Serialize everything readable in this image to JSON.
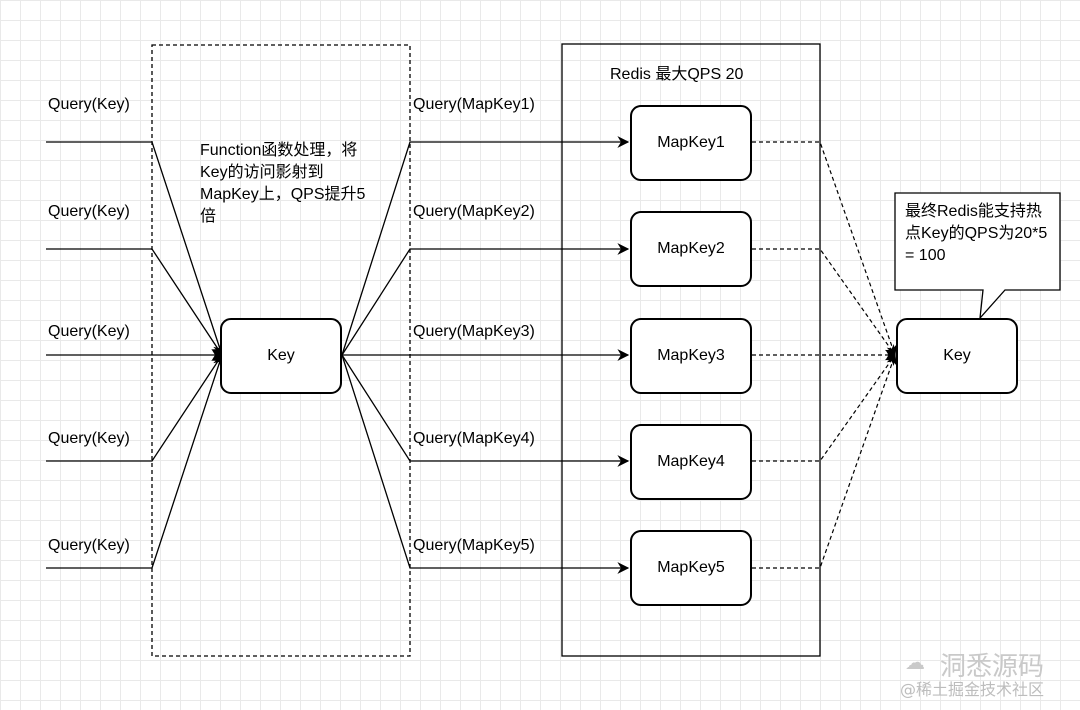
{
  "input_labels": [
    "Query(Key)",
    "Query(Key)",
    "Query(Key)",
    "Query(Key)",
    "Query(Key)"
  ],
  "function_note": "Function函数处理，将Key的访问影射到MapKey上，QPS提升5倍",
  "center_key": "Key",
  "map_queries": [
    "Query(MapKey1)",
    "Query(MapKey2)",
    "Query(MapKey3)",
    "Query(MapKey4)",
    "Query(MapKey5)"
  ],
  "redis_title": "Redis 最大QPS 20",
  "map_keys": [
    "MapKey1",
    "MapKey2",
    "MapKey3",
    "MapKey4",
    "MapKey5"
  ],
  "right_key": "Key",
  "callout": "最终Redis能支持热点Key的QPS为20*5 = 100",
  "watermark": {
    "line1": "洞悉源码",
    "line2": "@稀土掘金技术社区"
  }
}
